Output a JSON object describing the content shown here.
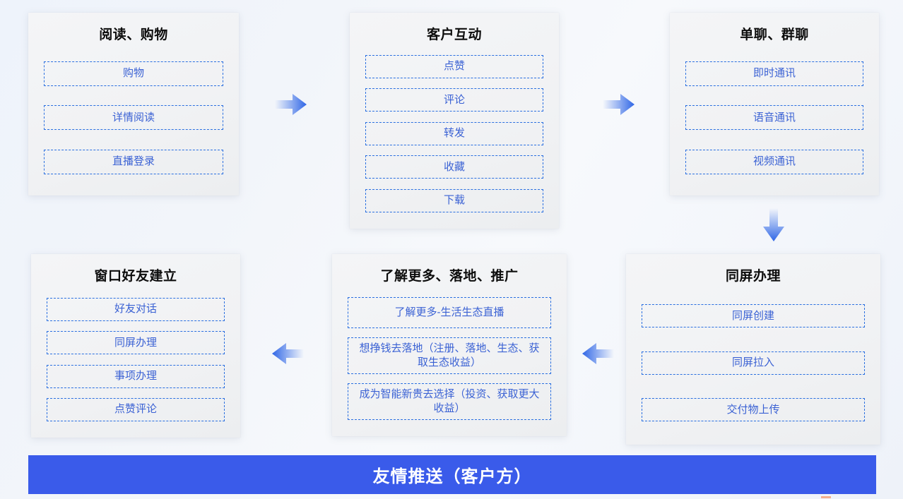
{
  "theme": {
    "accent_blue": "#3a5bea",
    "item_border_blue": "#2a6fe0",
    "item_text_blue": "#3b62d4",
    "card_bg": "#f2f3f5",
    "page_bg": "#f2f5fa",
    "title_color": "#0d0d0d",
    "banner_text_color": "#ffffff"
  },
  "cards": [
    {
      "id": "read-shopping",
      "title": "阅读、购物",
      "items": [
        "购物",
        "详情阅读",
        "直播登录"
      ]
    },
    {
      "id": "customer-interaction",
      "title": "客户互动",
      "items": [
        "点赞",
        "评论",
        "转发",
        "收藏",
        "下载"
      ]
    },
    {
      "id": "single-group-chat",
      "title": "单聊、群聊",
      "items": [
        "即时通讯",
        "语音通讯",
        "视频通讯"
      ]
    },
    {
      "id": "window-friend-setup",
      "title": "窗口好友建立",
      "items": [
        "好友对话",
        "同屏办理",
        "事项办理",
        "点赞评论"
      ]
    },
    {
      "id": "learn-more-landing-promo",
      "title": "了解更多、落地、推广",
      "items": [
        "了解更多-生活生态直播",
        "想挣钱去落地（注册、落地、生态、获取生态收益）",
        "成为智能新贵去选择（投资、获取更大收益）"
      ]
    },
    {
      "id": "same-screen-handling",
      "title": "同屏办理",
      "items": [
        "同屏创建",
        "同屏拉入",
        "交付物上传"
      ]
    }
  ],
  "arrows": [
    {
      "id": "arrow-read-to-interaction",
      "direction": "right"
    },
    {
      "id": "arrow-interaction-to-chat",
      "direction": "right"
    },
    {
      "id": "arrow-chat-to-same-screen",
      "direction": "down"
    },
    {
      "id": "arrow-same-screen-to-learn-more",
      "direction": "left"
    },
    {
      "id": "arrow-learn-more-to-window-friend",
      "direction": "left"
    }
  ],
  "banner": {
    "label": "友情推送（客户方）"
  }
}
